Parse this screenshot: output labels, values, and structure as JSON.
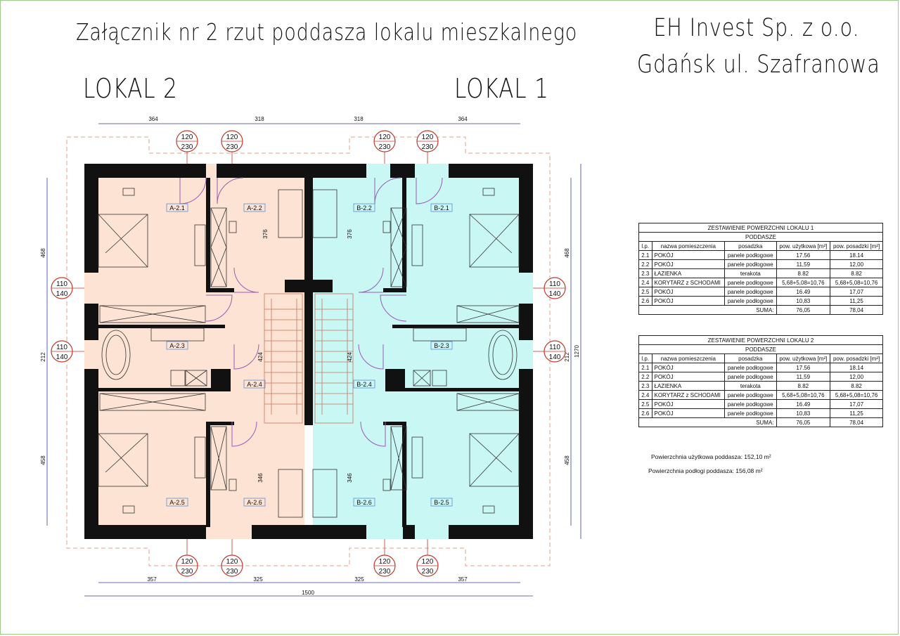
{
  "title": "Załącznik nr 2 rzut poddasza lokalu mieszkalnego",
  "company": "EH Invest Sp. z o.o.",
  "address": "Gdańsk ul. Szafranowa",
  "lokal_labels": [
    "LOKAL 2",
    "LOKAL 1"
  ],
  "colors": {
    "lokal2_fill": "#fde3d3",
    "lokal1_fill": "#c9f7f3",
    "wall": "#111111",
    "window_mark": "#c0392b",
    "door": "#9b59b6",
    "dim": "#3a3aa8",
    "frame": "#9ccb8a"
  },
  "dimensions": {
    "top": [
      "364",
      "318",
      "318",
      "364"
    ],
    "bottom": [
      "357",
      "325",
      "325",
      "357"
    ],
    "total": "1500",
    "left": [
      "468",
      "212",
      "458"
    ],
    "right": [
      "468",
      "212",
      "458"
    ],
    "right_total": "1270",
    "inner": [
      "376",
      "376",
      "424",
      "424",
      "346",
      "346"
    ]
  },
  "windows": {
    "top": [
      [
        "120",
        "230"
      ],
      [
        "120",
        "230"
      ],
      [
        "120",
        "230"
      ],
      [
        "120",
        "230"
      ]
    ],
    "bottom": [
      [
        "120",
        "230"
      ],
      [
        "120",
        "230"
      ],
      [
        "120",
        "230"
      ],
      [
        "120",
        "230"
      ]
    ],
    "left": [
      [
        "110",
        "140"
      ],
      [
        "110",
        "140"
      ]
    ],
    "right": [
      [
        "110",
        "140"
      ],
      [
        "110",
        "140"
      ]
    ]
  },
  "rooms": [
    "A-2.1",
    "A-2.2",
    "A-2.3",
    "A-2.4",
    "A-2.5",
    "A-2.6",
    "B-2.2",
    "B-2.1",
    "B-2.3",
    "B-2.4",
    "B-2.6",
    "B-2.5"
  ],
  "tables": [
    {
      "title": "ZESTAWIENIE POWERZCHNI LOKALU 1",
      "subtitle": "PODDASZE",
      "headers": [
        "l.p.",
        "nazwa pomieszczenia",
        "posadzka",
        "pow. użytkowa [m²]",
        "pow. posadzki [m²]"
      ],
      "rows": [
        [
          "2.1",
          "POKÓJ",
          "panele podłogowe",
          "17.56",
          "18.14"
        ],
        [
          "2.2",
          "POKÓJ",
          "panele podłogowe",
          "11,59",
          "12,00"
        ],
        [
          "2.3",
          "ŁAZIENKA",
          "terakota",
          "8.82",
          "8.82"
        ],
        [
          "2.4",
          "KORYTARZ z SCHODAMI",
          "panele podłogowe",
          "5,68+5,08=10,76",
          "5,68+5,08=10,76"
        ],
        [
          "2.5",
          "POKÓJ",
          "panele podłogowe",
          "16.49",
          "17,07"
        ],
        [
          "2.6",
          "POKÓJ",
          "panele podłogowe",
          "10,83",
          "11,25"
        ]
      ],
      "sum_label": "SUMA:",
      "sum_usable": "76,05",
      "sum_floor": "78,04"
    },
    {
      "title": "ZESTAWIENIE POWERZCHNI LOKALU 2",
      "subtitle": "PODDASZE",
      "headers": [
        "l.p.",
        "nazwa pomieszczenia",
        "posadzka",
        "pow. użytkowa [m²]",
        "pow. posadzki [m²]"
      ],
      "rows": [
        [
          "2.1",
          "POKÓJ",
          "panele podłogowe",
          "17.56",
          "18.14"
        ],
        [
          "2.2",
          "POKÓJ",
          "panele podłogowe",
          "11,59",
          "12,00"
        ],
        [
          "2.3",
          "ŁAZIENKA",
          "terakota",
          "8.82",
          "8.82"
        ],
        [
          "2.4",
          "KORYTARZ z SCHODAMI",
          "panele podłogowe",
          "5,68+5,08=10,76",
          "5,68+5,08=10,76"
        ],
        [
          "2.5",
          "POKÓJ",
          "panele podłogowe",
          "16.49",
          "17,07"
        ],
        [
          "2.6",
          "POKÓJ",
          "panele podłogowe",
          "10,83",
          "11,25"
        ]
      ],
      "sum_label": "SUMA:",
      "sum_usable": "76,05",
      "sum_floor": "78,04"
    }
  ],
  "summary": {
    "usable": "Powierzchnia użytkowa poddasza: 152,10 m²",
    "floor": "Powierzchnia podłogi poddasza: 156,08 m²"
  }
}
